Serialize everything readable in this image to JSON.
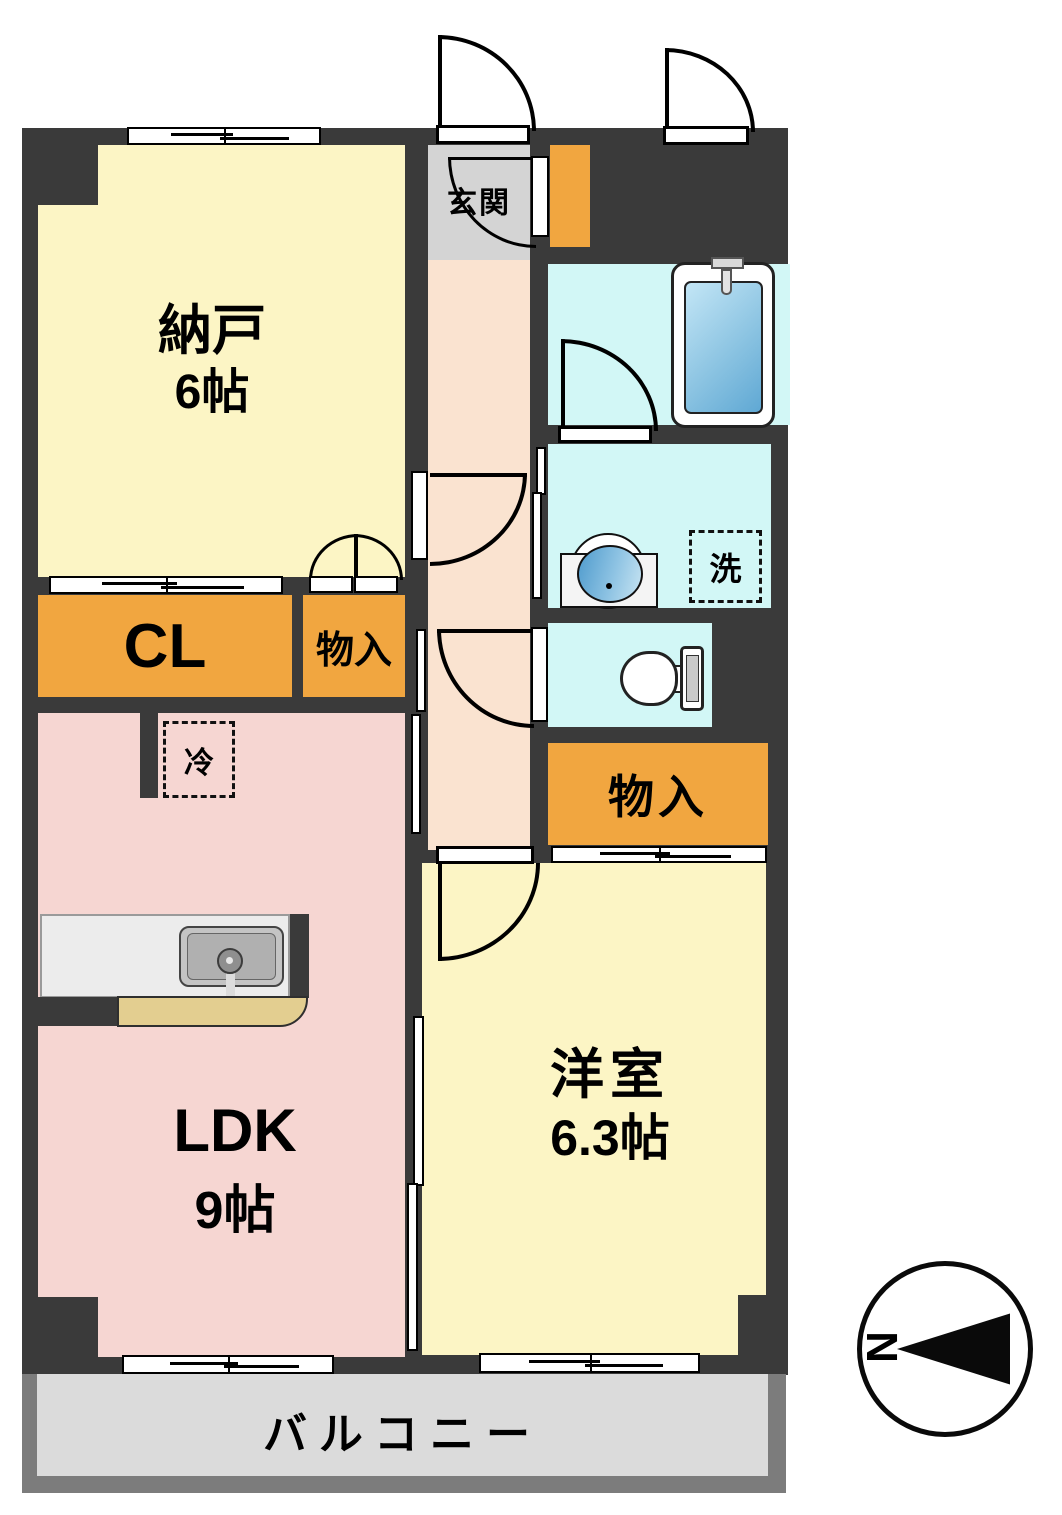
{
  "plan": {
    "rooms": {
      "nando": {
        "label": "納戸",
        "size": "6帖"
      },
      "genkan": {
        "label": "玄関"
      },
      "cl_closet": {
        "label": "CL"
      },
      "storage_hall": {
        "label": "物入"
      },
      "storage_right": {
        "label": "物入"
      },
      "ldk": {
        "label": "LDK",
        "size": "9帖"
      },
      "western_room": {
        "label": "洋室",
        "size": "6.3帖"
      },
      "balcony": {
        "label": "バルコニー"
      }
    },
    "fixtures": {
      "fridge": {
        "label": "冷"
      },
      "washer": {
        "label": "洗"
      }
    },
    "compass": {
      "north_label": "N"
    },
    "colors": {
      "wall": "#3a3a3a",
      "room_yellow": "#fcf5c5",
      "room_pink": "#f6d6d2",
      "corridor_peach": "#fae3d0",
      "genkan_gray": "#d4d4d4",
      "storage_orange": "#f1a640",
      "wet_area_cyan": "#d2f7f6",
      "balcony_gray": "#dbdbdb",
      "balcony_frame_gray": "#7c7c7c",
      "counter_tan": "#e3ce90",
      "tub_blue": "#5fa8d4"
    }
  }
}
